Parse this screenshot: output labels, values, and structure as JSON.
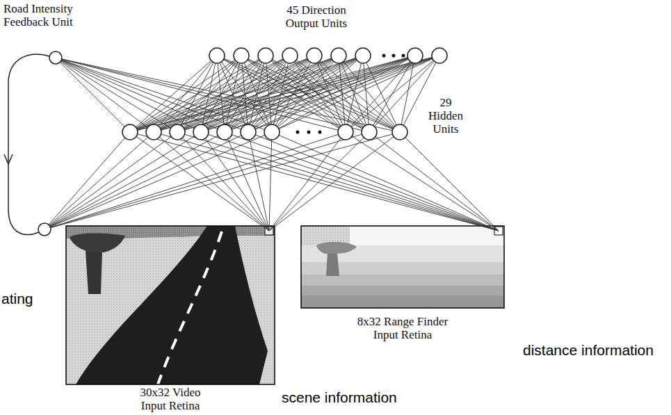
{
  "diagram": {
    "nodes": [
      {
        "text": [
          "Road Intensity Feedback Unit"
        ]
      },
      {
        "text": [
          "45 Direction Output Units"
        ]
      },
      {
        "text": [
          "29 Hidden Units"
        ]
      },
      {
        "text": [
          "30x32 Video Input Retina"
        ]
      },
      {
        "text": [
          "8x32 Range Finder Input Retina"
        ]
      }
    ],
    "edges": [
      {
        "from": 2,
        "to": 0,
        "arrow": "none"
      },
      {
        "from": 2,
        "to": 1,
        "arrow": "none"
      },
      {
        "from": 3,
        "to": 2,
        "arrow": "none"
      },
      {
        "from": 4,
        "to": 2,
        "arrow": "none"
      }
    ],
    "labels": [
      "ating",
      "distance information",
      "scene information"
    ]
  }
}
